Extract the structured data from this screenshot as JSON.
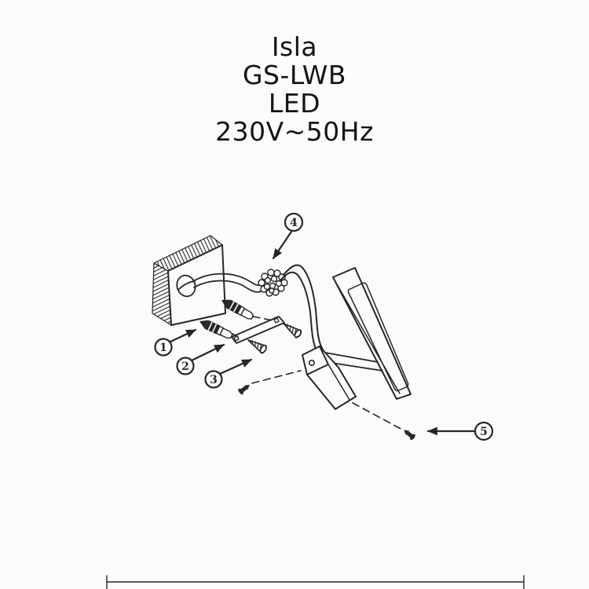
{
  "page": {
    "background": "#fbfbfb",
    "ink_color": "#262626",
    "product_lines": [
      "Isla",
      "GS-LWB",
      "LED",
      "230V~50Hz"
    ]
  },
  "diagram": {
    "kind": "exploded wall-lamp mounting diagram",
    "callouts": [
      {
        "number": "1",
        "part": "wall-plug-anchor"
      },
      {
        "number": "2",
        "part": "mounting-bracket"
      },
      {
        "number": "3",
        "part": "bracket-screw"
      },
      {
        "number": "4",
        "part": "wire-connector-cluster"
      },
      {
        "number": "5",
        "part": "fixture-locking-screw"
      }
    ]
  }
}
